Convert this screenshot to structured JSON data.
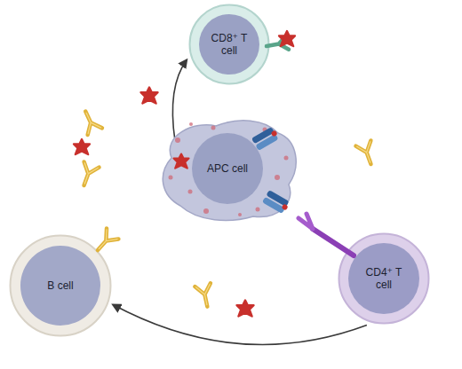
{
  "diagram": {
    "nodes": [
      {
        "text": [
          "CD8⁺ T cell"
        ]
      },
      {
        "text": [
          "APC cell"
        ]
      },
      {
        "text": [
          "B cell"
        ]
      },
      {
        "text": [
          "CD4⁺ T cell"
        ]
      }
    ],
    "edges": [
      {
        "from": 1,
        "to": 0,
        "arrow": "to"
      },
      {
        "from": 3,
        "to": 2,
        "arrow": "to"
      }
    ]
  }
}
